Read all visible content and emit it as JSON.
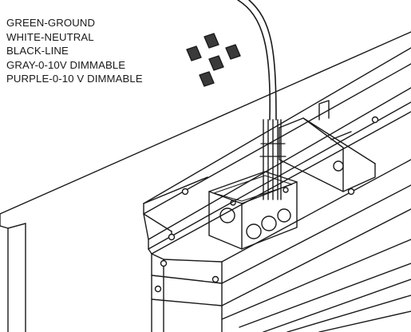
{
  "wire_legend": [
    {
      "label": "GREEN-GROUND"
    },
    {
      "label": "WHITE-NEUTRAL"
    },
    {
      "label": "BLACK-LINE"
    },
    {
      "label": "GRAY-0-10V DIMMABLE"
    },
    {
      "label": "PURPLE-0-10 V DIMMABLE"
    }
  ],
  "colors": {
    "stroke": "#1a1a1a",
    "wire_nut": "#3a3a3a",
    "background": "#ffffff"
  },
  "icons": {
    "wire_nuts": "wire-nut-icon",
    "junction_box": "junction-box-icon",
    "screws": "screw-icon"
  }
}
